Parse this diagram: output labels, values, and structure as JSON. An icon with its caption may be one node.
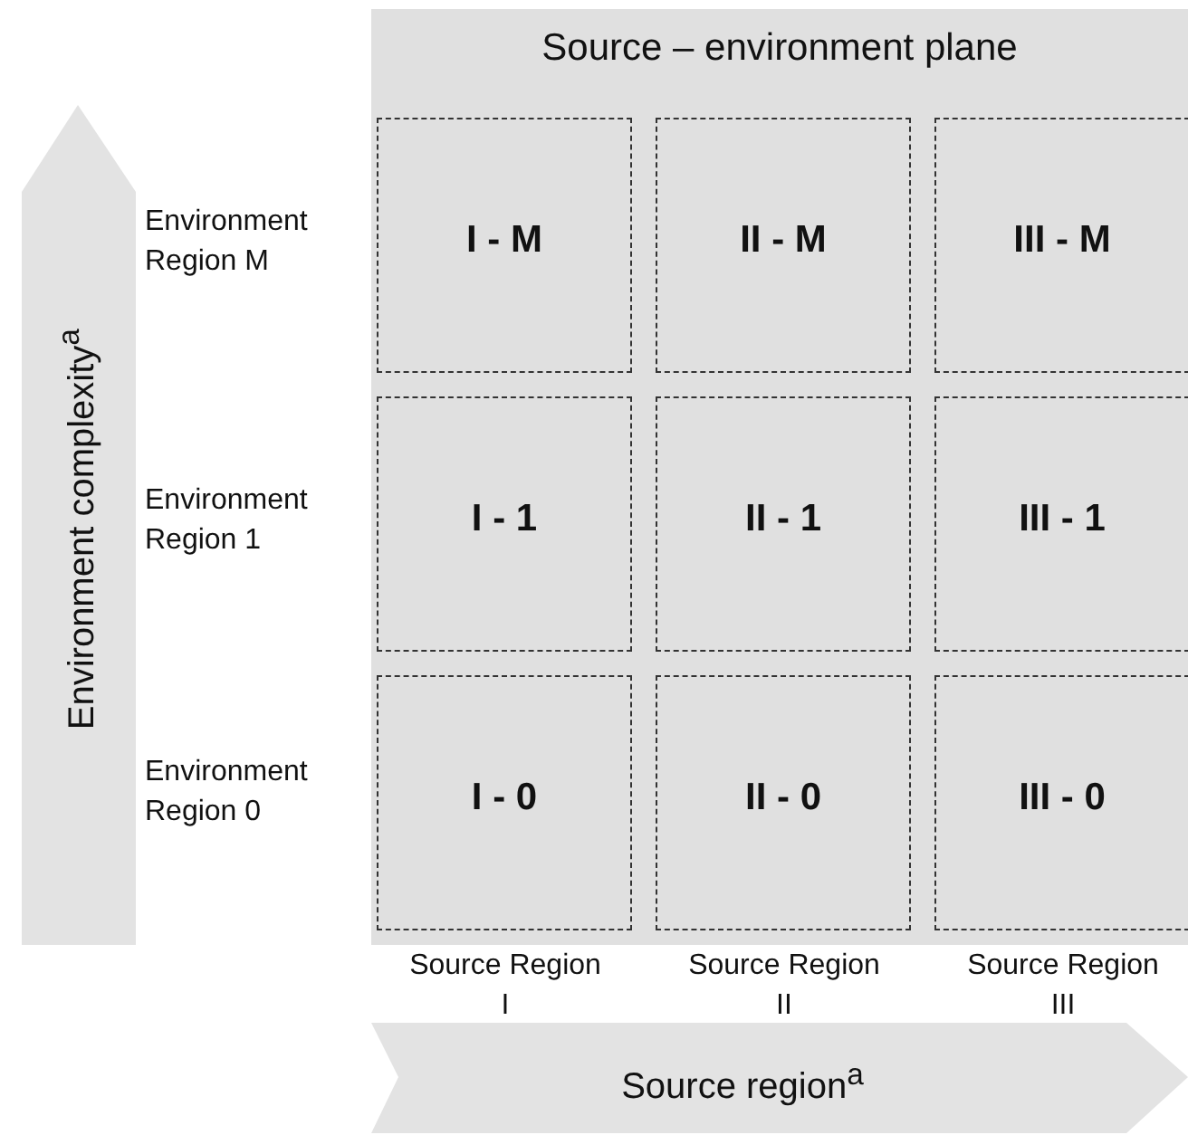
{
  "diagram": {
    "nodes": [
      {
        "text": [
          "Source – environment plane"
        ]
      },
      {
        "text": [
          "I - M"
        ],
        "in": 0
      },
      {
        "text": [
          "II - M"
        ],
        "in": 0
      },
      {
        "text": [
          "III - M"
        ],
        "in": 0
      },
      {
        "text": [
          "I - 1"
        ],
        "in": 0
      },
      {
        "text": [
          "II - 1"
        ],
        "in": 0
      },
      {
        "text": [
          "III - 1"
        ],
        "in": 0
      },
      {
        "text": [
          "I - 0"
        ],
        "in": 0
      },
      {
        "text": [
          "II - 0"
        ],
        "in": 0
      },
      {
        "text": [
          "III - 0"
        ],
        "in": 0
      }
    ],
    "edges": [],
    "labels": [
      "Environment complexity$^{a}$",
      "Environment Region M",
      "Environment Region 1",
      "Environment Region 0",
      "Source Region I",
      "Source Region II",
      "Source Region III",
      "Source region$^{a}$"
    ]
  }
}
